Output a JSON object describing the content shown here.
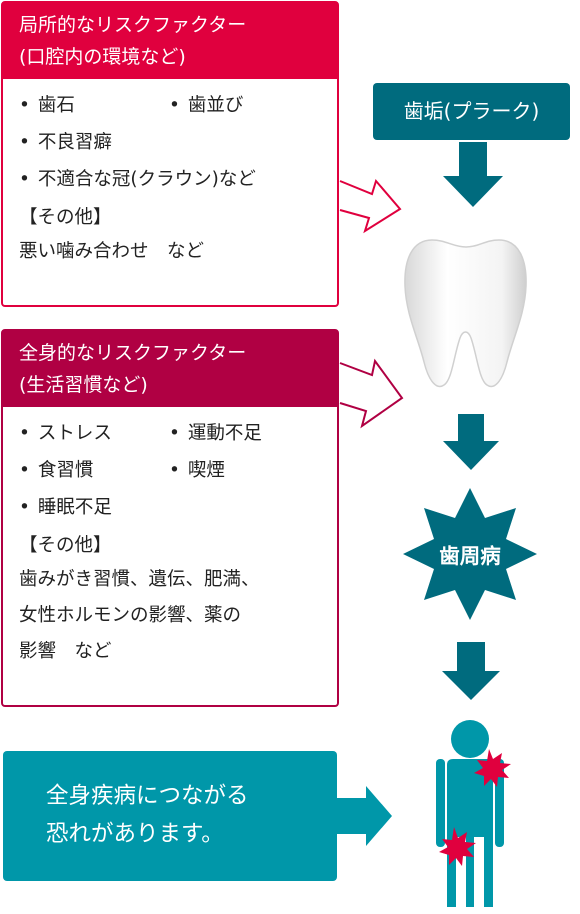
{
  "local_risk": {
    "title_line1": "局所的なリスクファクター",
    "title_line2": "(口腔内の環境など)",
    "items": [
      "歯石",
      "歯並び",
      "不良習癖",
      "不適合な冠(クラウン)など"
    ],
    "other_title": "【その他】",
    "other_text": [
      "悪い噛み合わせ　など"
    ]
  },
  "systemic_risk": {
    "title_line1": "全身的なリスクファクター",
    "title_line2": "(生活習慣など)",
    "items": [
      "ストレス",
      "運動不足",
      "食習慣",
      "喫煙",
      "睡眠不足"
    ],
    "other_title": "【その他】",
    "other_text": [
      "歯みがき習慣、遺伝、肥満、",
      "女性ホルモンの影響、薬の",
      "影響　など"
    ]
  },
  "plaque_label": "歯垢(プラーク)",
  "disease_label": "歯周病",
  "conclusion": [
    "全身疾病につながる",
    "恐れがあります。"
  ],
  "colors": {
    "local": "#e0003e",
    "systemic": "#b00043",
    "teal_dark": "#006b7e",
    "teal": "#0097a9",
    "pain_burst": "#e0003e"
  }
}
